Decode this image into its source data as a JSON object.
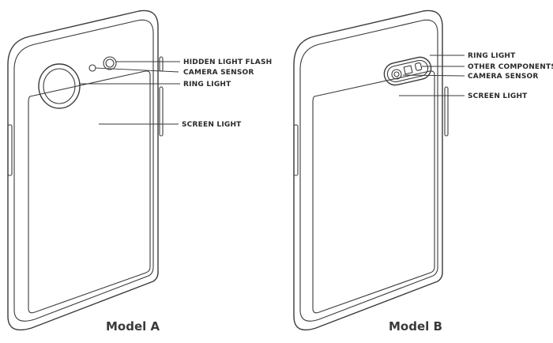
{
  "model_a": {
    "caption": "Model A",
    "callouts": {
      "hidden_light_flash": "HIDDEN LIGHT FLASH",
      "camera_sensor": "CAMERA SENSOR",
      "ring_light": "RING LIGHT",
      "screen_light": "SCREEN LIGHT"
    }
  },
  "model_b": {
    "caption": "Model B",
    "callouts": {
      "ring_light": "RING LIGHT",
      "other_components": "OTHER COMPONENTS",
      "camera_sensor": "CAMERA SENSOR",
      "screen_light": "SCREEN LIGHT"
    }
  }
}
